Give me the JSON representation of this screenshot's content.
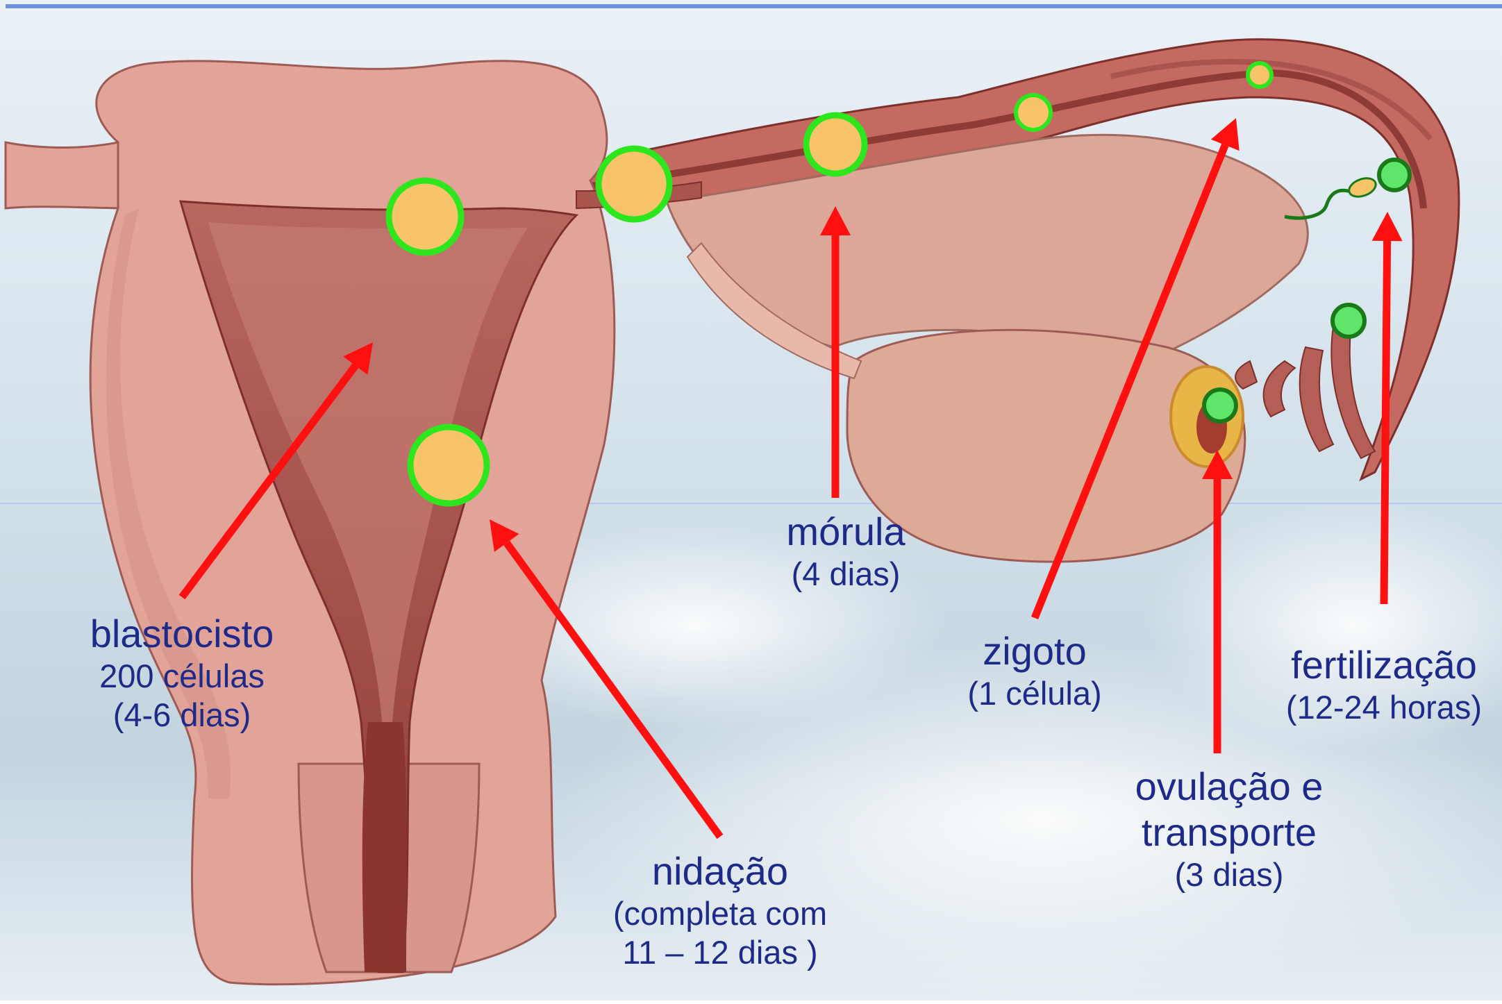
{
  "colors": {
    "background_top": "#e4edf3",
    "background_mid": "#c9d9e3",
    "tissue": "#e2a398",
    "tissue_outline": "#9e5a55",
    "cavity": "#a9554e",
    "cavity_dark": "#7d2f2c",
    "ovary": "#deaa98",
    "arrow": "#ff1010",
    "cell_ring": "#2ee61e",
    "cell_fill": "#f7c46a",
    "egg_fill": "#5ee56a",
    "label_text": "#1e2a8a"
  },
  "labels": {
    "blastocisto": {
      "title": "blastocisto",
      "line2": "200 células",
      "line3": "(4-6 dias)"
    },
    "nidacao": {
      "title": "nidação",
      "line2": "(completa com",
      "line3": "11 – 12 dias )"
    },
    "morula": {
      "title": "mórula",
      "line2": "(4 dias)"
    },
    "zigoto": {
      "title": "zigoto",
      "line2": "(1 célula)"
    },
    "ovulacao": {
      "title_line1": "ovulação e",
      "title_line2": "transporte",
      "line3": "(3 dias)"
    },
    "fertilizacao": {
      "title": "fertilização",
      "line2": "(12-24 horas)"
    }
  },
  "icons": [
    "embryo-stage-icon",
    "egg-cell-icon",
    "sperm-icon",
    "arrow-icon"
  ]
}
